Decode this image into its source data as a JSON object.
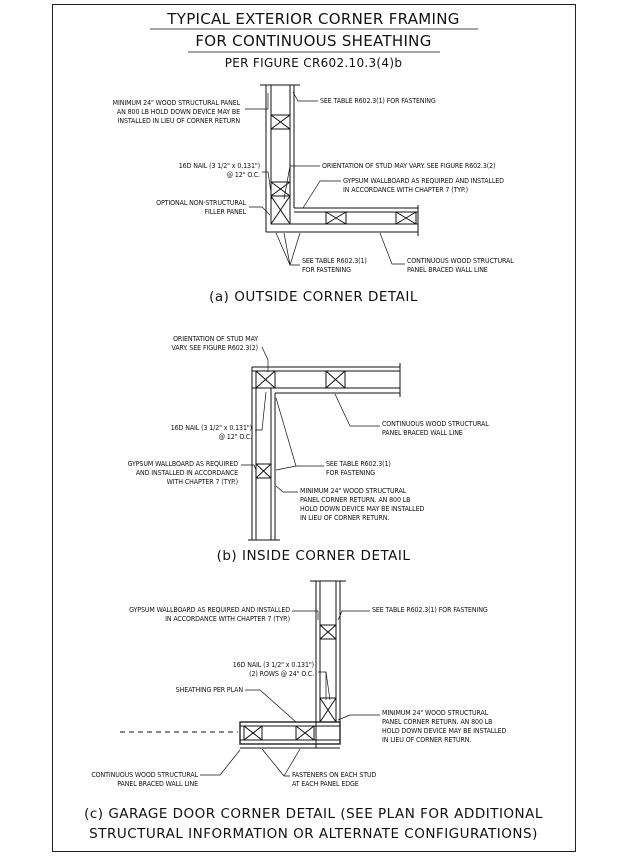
{
  "title": {
    "line1": "TYPICAL EXTERIOR CORNER FRAMING",
    "line2": "FOR CONTINUOUS SHEATHING",
    "line3": "PER FIGURE CR602.10.3(4)b"
  },
  "detail_a": {
    "caption": "(a) OUTSIDE CORNER DETAIL",
    "note_panel": "MINIMUM 24\" WOOD STRUCTURAL PANEL\nAN 800 LB HOLD DOWN DEVICE MAY BE\nINSTALLED IN LIEU OF CORNER RETURN",
    "note_table_top": "SEE TABLE R602.3(1) FOR FASTENING",
    "note_nail": "16D NAIL (3 1/2\" x 0.131\")\n@ 12\" O.C.",
    "note_stud": "ORIENTATION OF STUD MAY VARY. SEE FIGURE R602.3(2)",
    "note_gypsum": "GYPSUM WALLBOARD AS REQUIRED AND INSTALLED\nIN ACCORDANCE WITH CHAPTER 7 (TYP.)",
    "note_filler": "OPTIONAL NON-STRUCTURAL\nFILLER PANEL",
    "note_table_bottom": "SEE TABLE R602.3(1)\nFOR FASTENING",
    "note_continuous": "CONTINUOUS WOOD STRUCTURAL\nPANEL BRACED WALL LINE"
  },
  "detail_b": {
    "caption": "(b) INSIDE CORNER DETAIL",
    "note_stud": "ORIENTATION OF STUD MAY\nVARY. SEE FIGURE R602.3(2)",
    "note_nail": "16D NAIL (3 1/2\" x 0.131\")\n@ 12\" O.C.",
    "note_continuous": "CONTINUOUS WOOD STRUCTURAL\nPANEL BRACED WALL LINE",
    "note_table": "SEE TABLE R602.3(1)\nFOR FASTENING",
    "note_gypsum": "GYPSUM WALLBOARD AS REQUIRED\nAND INSTALLED IN ACCORDANCE\nWITH CHAPTER 7 (TYP.)",
    "note_panel": "MINIMUM 24\" WOOD STRUCTURAL\nPANEL CORNER RETURN. AN 800 LB\nHOLD DOWN DEVICE MAY BE INSTALLED\nIN LIEU OF CORNER RETURN."
  },
  "detail_c": {
    "caption_line1": "(c) GARAGE DOOR CORNER DETAIL (SEE PLAN FOR ADDITIONAL",
    "caption_line2": "STRUCTURAL INFORMATION OR ALTERNATE CONFIGURATIONS)",
    "note_gypsum": "GYPSUM WALLBOARD AS REQUIRED AND INSTALLED\nIN ACCORDANCE WITH CHAPTER 7 (TYP.)",
    "note_table": "SEE TABLE R602.3(1) FOR FASTENING",
    "note_nail": "16D NAIL (3 1/2\" x 0.131\")\n(2) ROWS @ 24\" O.C.",
    "note_sheathing": "SHEATHING PER PLAN",
    "note_panel": "MINIMUM 24\" WOOD STRUCTURAL\nPANEL CORNER RETURN. AN 800 LB\nHOLD DOWN DEVICE MAY BE INSTALLED\nIN LIEU OF CORNER RETURN.",
    "note_continuous": "CONTINUOUS WOOD STRUCTURAL\nPANEL BRACED WALL LINE",
    "note_fasteners": "FASTENERS ON EACH STUD\nAT EACH PANEL EDGE"
  }
}
